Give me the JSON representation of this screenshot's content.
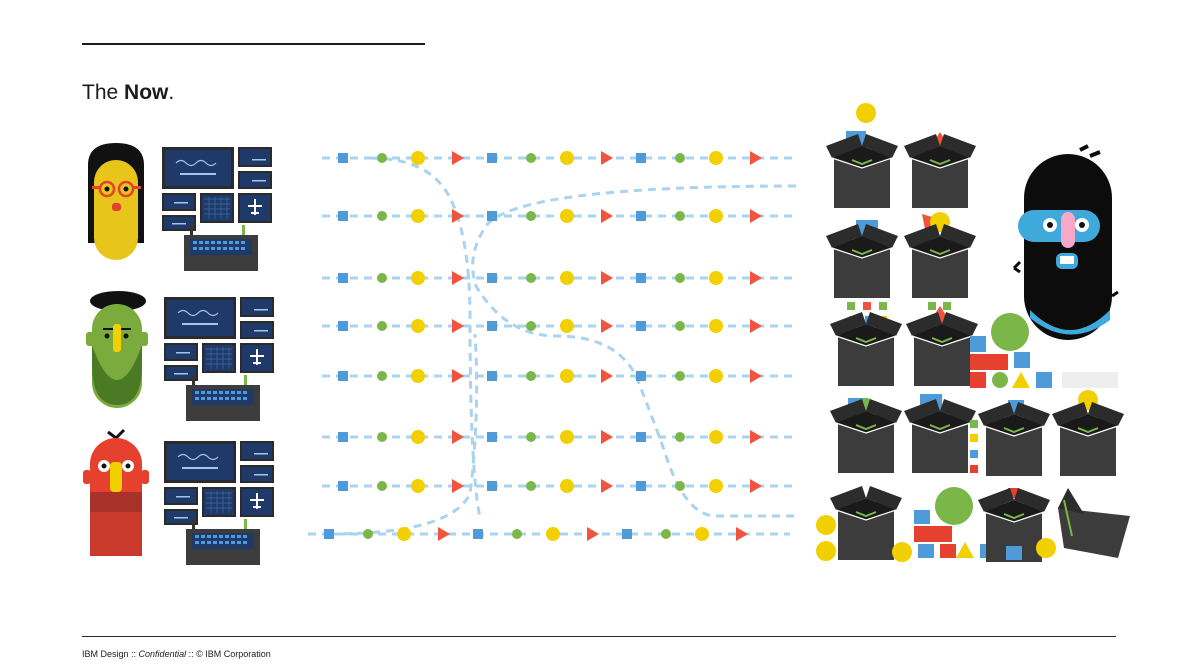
{
  "header": {
    "title_prefix": "The ",
    "title_bold": "Now",
    "title_suffix": "."
  },
  "footer": {
    "brand": "IBM Design",
    "separator1": " :: ",
    "classification": "Confidential",
    "separator2": " :: ",
    "copyright": "© IBM Corporation"
  },
  "colors": {
    "yellow": "#f2d000",
    "green": "#7ab648",
    "blue": "#4f9bd9",
    "red": "#f2533d",
    "dash": "#a9d3ee",
    "box": "#3c3c3c",
    "skin_yellow": "#e8c51a",
    "skin_green": "#7bab3c",
    "skin_red": "#e6402f",
    "screen": "#1f3a68"
  },
  "characters": [
    {
      "name": "woman-with-glasses",
      "skin": "#e8c51a"
    },
    {
      "name": "bearded-man",
      "skin": "#7bab3c"
    },
    {
      "name": "red-character",
      "skin": "#e6402f"
    }
  ],
  "pipelines": {
    "lane_count": 8,
    "token_pattern": [
      "square",
      "circle",
      "circle",
      "triangle"
    ]
  },
  "client": {
    "name": "black-blob-character",
    "face_color": "#3fa9dc"
  }
}
